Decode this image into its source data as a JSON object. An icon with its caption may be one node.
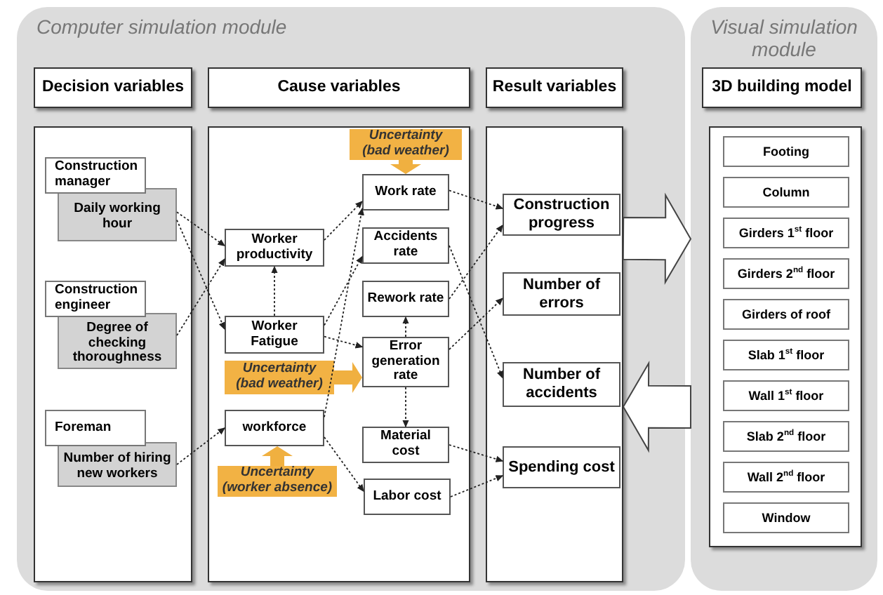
{
  "diagram": {
    "nodes": [
      {
        "text": [
          "Computer simulation module"
        ]
      },
      {
        "text": [
          "Decision variables"
        ],
        "in": 0
      },
      {
        "text": [
          "Cause variables"
        ],
        "in": 0
      },
      {
        "text": [
          "Result variables"
        ],
        "in": 0
      },
      {
        "text": [],
        "shape": "box",
        "in": 0
      },
      {
        "text": [
          "Construction manager"
        ],
        "in": 4
      },
      {
        "text": [
          "Daily working hour"
        ],
        "in": 4
      },
      {
        "text": [
          "Construction engineer"
        ],
        "in": 4
      },
      {
        "text": [
          "Degree of checking thoroughness"
        ],
        "in": 4
      },
      {
        "text": [
          "Foreman"
        ],
        "in": 4
      },
      {
        "text": [
          "Number of hiring new workers"
        ],
        "in": 4
      },
      {
        "text": [],
        "shape": "box",
        "in": 0
      },
      {
        "text": [
          "Worker productivity"
        ],
        "in": 11
      },
      {
        "text": [
          "Worker Fatigue"
        ],
        "in": 11
      },
      {
        "text": [
          "workforce"
        ],
        "in": 11
      },
      {
        "text": [
          "Work rate"
        ],
        "in": 11
      },
      {
        "text": [
          "Accidents rate"
        ],
        "in": 11
      },
      {
        "text": [
          "Rework rate"
        ],
        "in": 11
      },
      {
        "text": [
          "Error generation rate"
        ],
        "in": 11
      },
      {
        "text": [
          "Material cost"
        ],
        "in": 11
      },
      {
        "text": [
          "Labor cost"
        ],
        "in": 11
      },
      {
        "text": [
          "Uncertainty (bad weather)"
        ],
        "in": 11
      },
      {
        "text": [
          "Uncertainty (bad weather)"
        ],
        "in": 11
      },
      {
        "text": [
          "Uncertainty (worker absence)"
        ],
        "in": 11
      },
      {
        "text": [],
        "shape": "box",
        "in": 0
      },
      {
        "text": [
          "Construction progress"
        ],
        "in": 24
      },
      {
        "text": [
          "Number of errors"
        ],
        "in": 24
      },
      {
        "text": [
          "Number of accidents"
        ],
        "in": 24
      },
      {
        "text": [
          "Spending cost"
        ],
        "in": 24
      },
      {
        "text": [
          "Visual simulation module"
        ]
      },
      {
        "text": [
          "3D building model"
        ],
        "in": 29
      },
      {
        "text": [],
        "shape": "box",
        "in": 29
      },
      {
        "text": [
          "Footing"
        ],
        "in": 31
      },
      {
        "text": [
          "Column"
        ],
        "in": 31
      },
      {
        "text": [
          "Girders 1$^{st}$ floor"
        ],
        "in": 31
      },
      {
        "text": [
          "Girders 2$^{nd}$ floor"
        ],
        "in": 31
      },
      {
        "text": [
          "Girders of roof"
        ],
        "in": 31
      },
      {
        "text": [
          "Slab 1$^{st}$ floor"
        ],
        "in": 31
      },
      {
        "text": [
          "Wall 1$^{st}$ floor"
        ],
        "in": 31
      },
      {
        "text": [
          "Slab 2$^{nd}$ floor"
        ],
        "in": 31
      },
      {
        "text": [
          "Wall 2$^{nd}$ floor"
        ],
        "in": 31
      },
      {
        "text": [
          "Window"
        ],
        "in": 31
      }
    ],
    "edges": [
      {
        "from": 6,
        "to": 12,
        "arrow": "to",
        "style": "dashed"
      },
      {
        "from": 6,
        "to": 13,
        "arrow": "to",
        "style": "dashed"
      },
      {
        "from": 8,
        "to": 12,
        "arrow": "to",
        "style": "dashed"
      },
      {
        "from": 10,
        "to": 14,
        "arrow": "to",
        "style": "dashed"
      },
      {
        "from": 13,
        "to": 12,
        "arrow": "to",
        "style": "dashed"
      },
      {
        "from": 12,
        "to": 15,
        "arrow": "to",
        "style": "dashed"
      },
      {
        "from": 14,
        "to": 15,
        "arrow": "to",
        "style": "dashed"
      },
      {
        "from": 13,
        "to": 16,
        "arrow": "to",
        "style": "dashed"
      },
      {
        "from": 13,
        "to": 18,
        "arrow": "to",
        "style": "dashed"
      },
      {
        "from": 18,
        "to": 17,
        "arrow": "to",
        "style": "dashed"
      },
      {
        "from": 18,
        "to": 19,
        "arrow": "to",
        "style": "dashed"
      },
      {
        "from": 14,
        "to": 20,
        "arrow": "to",
        "style": "dashed"
      },
      {
        "from": 15,
        "to": 25,
        "arrow": "to",
        "style": "dashed"
      },
      {
        "from": 17,
        "to": 25,
        "arrow": "to",
        "style": "dashed"
      },
      {
        "from": 16,
        "to": 27,
        "arrow": "to",
        "style": "dashed"
      },
      {
        "from": 18,
        "to": 26,
        "arrow": "to",
        "style": "dashed"
      },
      {
        "from": 19,
        "to": 28,
        "arrow": "to",
        "style": "dashed"
      },
      {
        "from": 20,
        "to": 28,
        "arrow": "to",
        "style": "dashed"
      },
      {
        "from": 21,
        "to": 15,
        "arrow": "to",
        "style": "thick",
        "color": "#f0b040"
      },
      {
        "from": 22,
        "to": 18,
        "arrow": "to",
        "style": "thick",
        "color": "#f0b040"
      },
      {
        "from": 23,
        "to": 14,
        "arrow": "to",
        "style": "thick",
        "color": "#f0b040"
      },
      {
        "from": 24,
        "to": 29,
        "arrow": "to",
        "style": "thick"
      },
      {
        "from": 29,
        "to": 24,
        "arrow": "to",
        "style": "thick"
      }
    ]
  }
}
